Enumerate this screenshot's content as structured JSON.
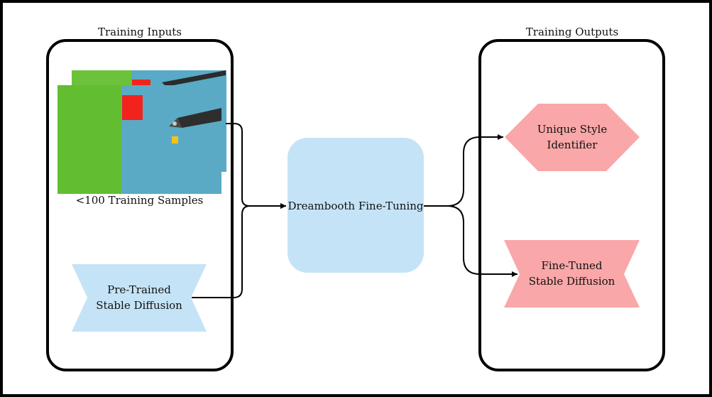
{
  "inputs": {
    "title": "Training Inputs",
    "samples_caption": "<100 Training Samples",
    "model_line1": "Pre-Trained",
    "model_line2": "Stable Diffusion"
  },
  "process": {
    "label": "Dreambooth Fine-Tuning"
  },
  "outputs": {
    "title": "Training Outputs",
    "identifier_line1": "Unique Style",
    "identifier_line2": "Identifier",
    "model_line1": "Fine-Tuned",
    "model_line2": "Stable Diffusion"
  },
  "colors": {
    "input_fill": "#c5e3f6",
    "output_fill": "#f9a7a8",
    "green_surface": "#6cc23a",
    "blue_surface": "#58aac6",
    "block": "#f2231d",
    "stroke": "#000000"
  },
  "icons": [
    "training-image-thumbnail",
    "surgical-instrument",
    "red-block"
  ]
}
